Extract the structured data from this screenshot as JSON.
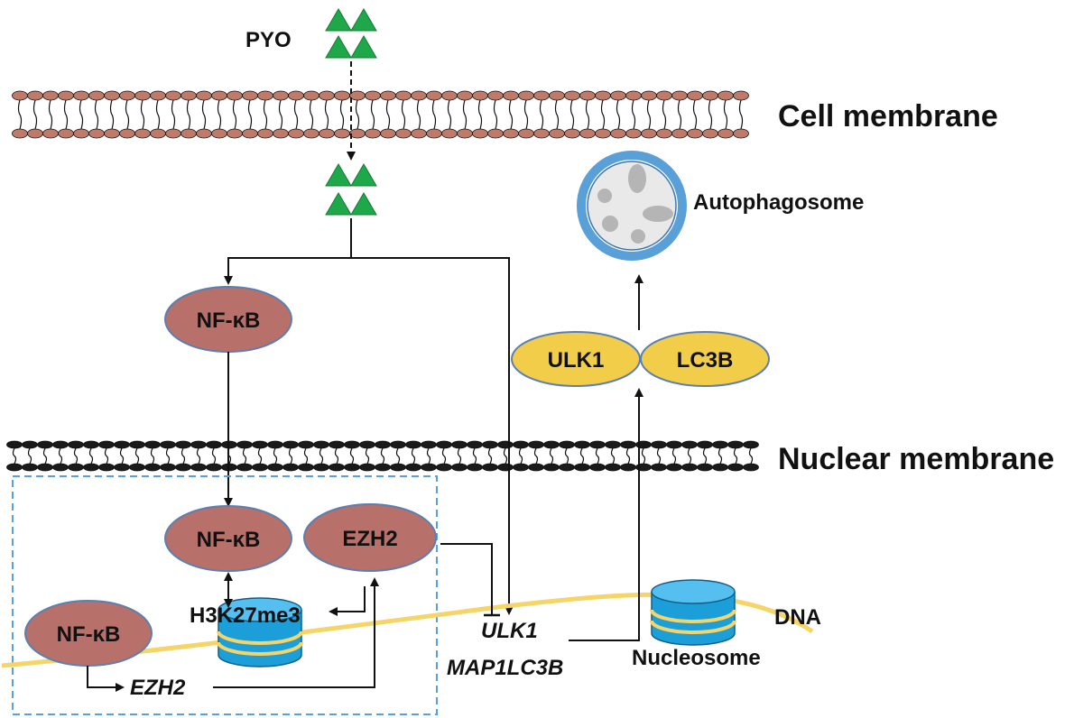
{
  "labels": {
    "pyo": "PYO",
    "cell_membrane": "Cell membrane",
    "nuclear_membrane": "Nuclear membrane",
    "autophagosome": "Autophagosome",
    "nfkb_cyto": "NF-κB",
    "nfkb_nuc": "NF-κB",
    "nfkb_dna": "NF-κB",
    "ezh2_protein": "EZH2",
    "ezh2_gene": "EZH2",
    "h3k27me3": "H3K27me3",
    "ulk1_gene": "ULK1",
    "map1lc3b_gene": "MAP1LC3B",
    "ulk1_protein": "ULK1",
    "lc3b_protein": "LC3B",
    "nucleosome": "Nucleosome",
    "dna": "DNA"
  },
  "colors": {
    "triangle": "#1fa84a",
    "lipid": "#c07a6a",
    "nfkb_fill": "#b8706a",
    "protein_fill": "#f2cd4a",
    "dna": "#f5d468",
    "nucleosome": "#1c9ed8",
    "vesicle_ring": "#5aa0d8",
    "dashed_box": "#5aa0d8"
  }
}
